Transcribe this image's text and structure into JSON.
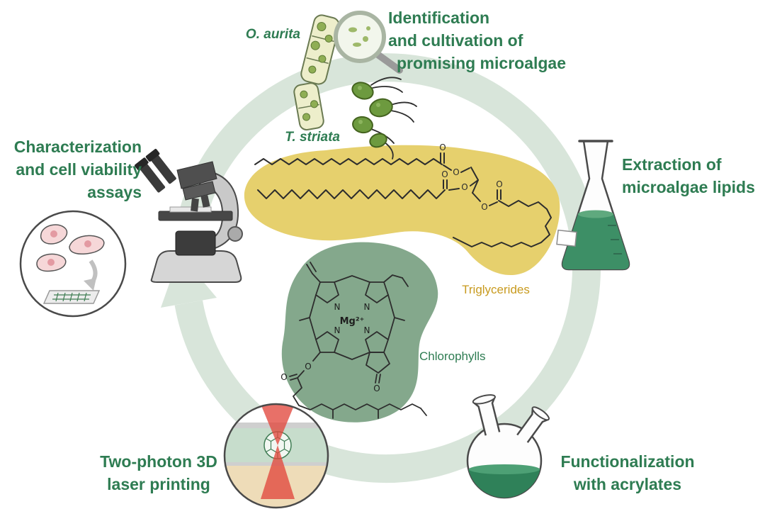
{
  "figure": {
    "type": "cycle-diagram",
    "background": "#ffffff"
  },
  "steps": {
    "identification": {
      "line1": "Identification",
      "line2": "and cultivation of",
      "line3": "promising microalgae"
    },
    "extraction": {
      "line1": "Extraction of",
      "line2": "microalgae lipids"
    },
    "functionalization": {
      "line1": "Functionalization",
      "line2": "with acrylates"
    },
    "laser_printing": {
      "line1": "Two-photon 3D",
      "line2": "laser printing"
    },
    "characterization": {
      "line1": "Characterization",
      "line2": "and cell viability",
      "line3": "assays"
    }
  },
  "organisms": {
    "o_aurita": "O. aurita",
    "t_striata": "T. striata"
  },
  "molecules": {
    "triglycerides_label": "Triglycerides",
    "chlorophylls_label": "Chlorophylls",
    "magnesium_ion": "Mg²⁺",
    "nitrogen": "N",
    "oxygen": "O"
  },
  "colors": {
    "step_text": "#2e7c52",
    "cycle_arrow": "#d8e5da",
    "triglyceride_blob": "#e6d06d",
    "triglycerides_label": "#c89a1e",
    "chlorophyll_blob": "#84a88c",
    "chlorophylls_label": "#2e7c52",
    "flask_liquid": "#3d8f66",
    "flask_liquid_dark": "#2f8159",
    "laser_beam": "#e2483d",
    "outline": "#4a4a4a"
  }
}
